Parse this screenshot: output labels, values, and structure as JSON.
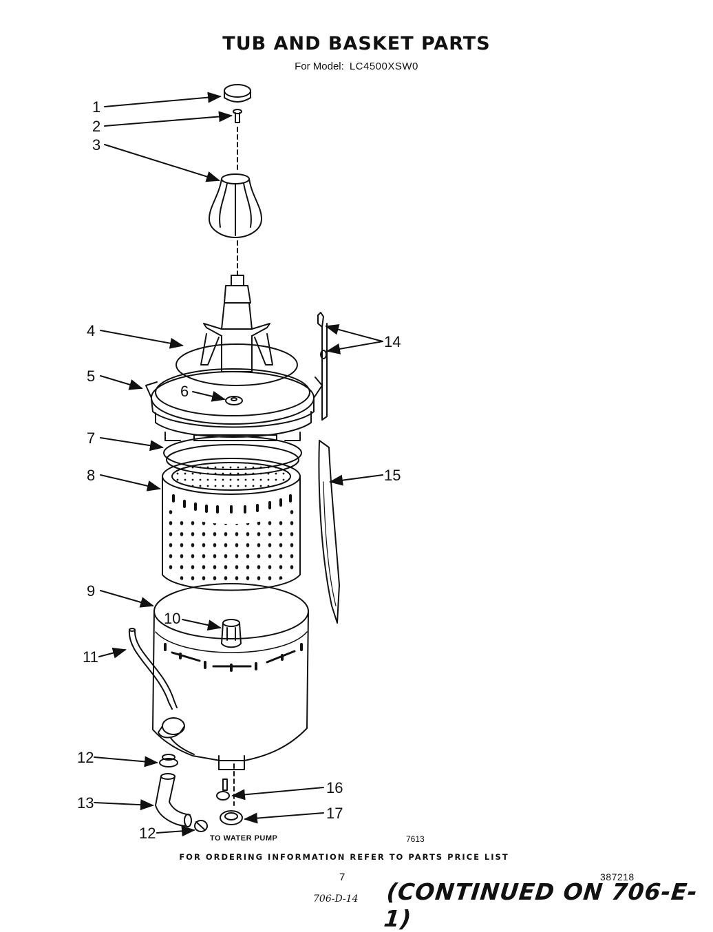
{
  "header": {
    "title": "TUB AND BASKET PARTS",
    "model_prefix": "For Model:",
    "model_number": "LC4500XSW0"
  },
  "callouts": [
    "1",
    "2",
    "3",
    "4",
    "5",
    "6",
    "7",
    "8",
    "9",
    "10",
    "11",
    "14",
    "15",
    "12",
    "13",
    "12",
    "16",
    "17"
  ],
  "annotations": {
    "pump_label": "TO WATER PUMP",
    "figure_code": "7613"
  },
  "footer": {
    "ordering_note": "FOR ORDERING INFORMATION REFER TO PARTS PRICE LIST",
    "page_number": "7",
    "document_id": "387218",
    "handwritten_ref": "706-D-14",
    "continued_note": "(CONTINUED ON 706-E-1)"
  }
}
